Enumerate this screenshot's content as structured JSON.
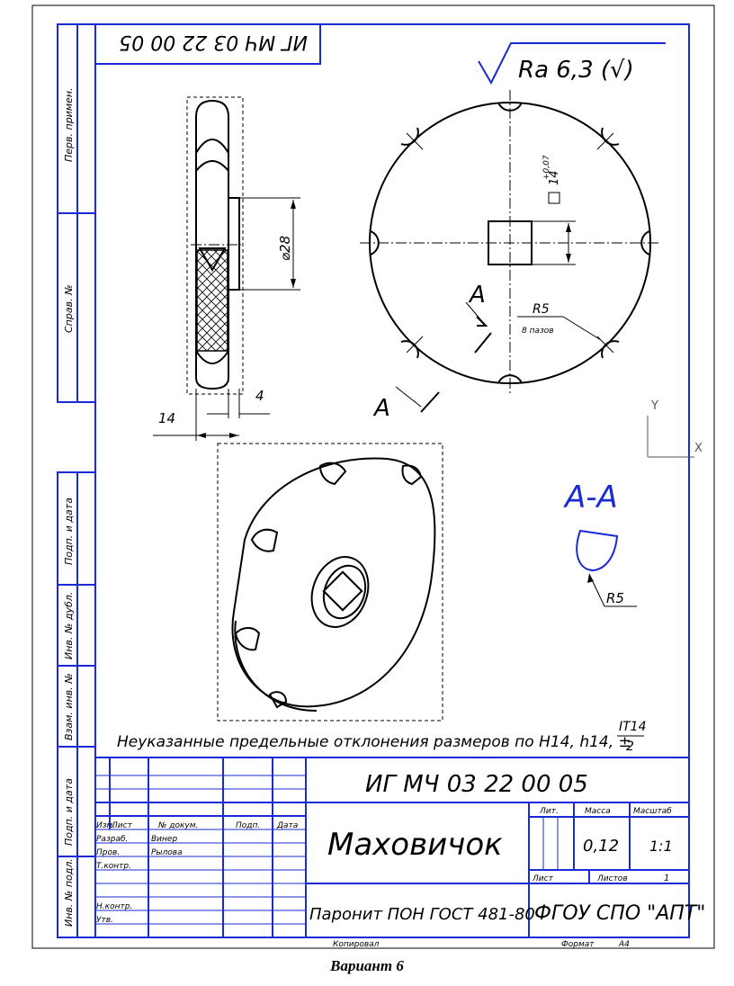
{
  "drawing": {
    "rotated_code": "ИГ МЧ 03 22 00 05",
    "roughness": "Ra 6,3 (√)",
    "dim_diameter": "⌀28",
    "dim_14_width": "14",
    "dim_4": "4",
    "dim_square": "14",
    "dim_square_tol": "+0,07",
    "radius_label": "R5",
    "radius_count": "8 пазов",
    "section_letter": "A",
    "section_title": "А-А",
    "section_radius": "R5",
    "axis_y": "Y",
    "axis_x": "X",
    "note_text": "Неуказанные предельные отклонения размеров по H14, h14, ±",
    "note_num": "IT14",
    "note_den": "2"
  },
  "side_stamp": {
    "perv_primen": "Перв. примен.",
    "sprav": "Справ. №",
    "podp_data_1": "Подп. и дата",
    "inv_dubl": "Инв. № дубл.",
    "vzam_inv": "Взам. инв. №",
    "podp_data_2": "Подп. и дата",
    "inv_podl": "Инв. № подл."
  },
  "title_block": {
    "code": "ИГ МЧ 03 22 00 05",
    "name": "Маховичок",
    "material": "Паронит ПОН  ГОСТ 481-80",
    "org": "ФГОУ СПО \"АПТ\"",
    "col_izm": "Изм.",
    "col_list": "Лист",
    "col_ndokum": "№ докум.",
    "col_podp": "Подп.",
    "col_data": "Дата",
    "razrab": "Разраб.",
    "razrab_name": "Винер",
    "prov": "Пров.",
    "prov_name": "Рылова",
    "tkontr": "Т.контр.",
    "nkontr": "Н.контр.",
    "utv": "Утв.",
    "lit": "Лит.",
    "massa": "Масса",
    "masshtab": "Масштаб",
    "massa_val": "0,12",
    "masshtab_val": "1:1",
    "list_label": "Лист",
    "listov_label": "Листов",
    "listov_val": "1",
    "kopiroval": "Копировал",
    "format_label": "Формат",
    "format_val": "А4"
  },
  "caption": "Вариант 6"
}
